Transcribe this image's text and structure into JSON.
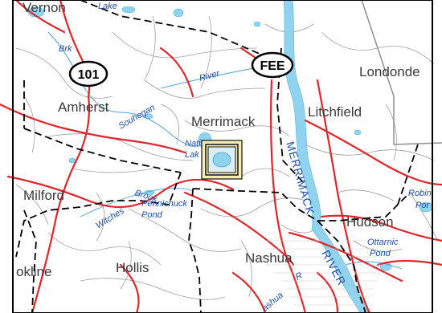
{
  "towns": {
    "vernon": "Vernon",
    "amherst": "Amherst",
    "merrimack": "Merrimack",
    "litchfield": "Litchfield",
    "londonderry": "Londonde",
    "milford": "Milford",
    "hudson": "Hudson",
    "nashua": "Nashua",
    "hollis": "Hollis",
    "brookline": "okline"
  },
  "water_labels": {
    "lake_top": "Lake",
    "brk": "Brk",
    "river": "River",
    "souhegan": "Souhegan",
    "natticook": "Nati",
    "natticook_lake": "Lak",
    "witches_brook": "Witches",
    "brook": "Brook",
    "pennichuck": "Pennichuck",
    "pond": "Pond",
    "robinson": "Robin",
    "robinson_pond": "Por",
    "ottarnic": "Ottarnic",
    "ottarnic_pond": "Pond",
    "merrimack_river": "MERRIMACK",
    "river_lower": "RIVER",
    "r_letter": "R",
    "nashua_river": "ashua"
  },
  "shields": {
    "route_101": "101",
    "fee": "FEE"
  },
  "colors": {
    "road": "#e0262b",
    "minor_road": "#9a9a9a",
    "water": "#8fd3ef",
    "water_label": "#1f4fa8",
    "boundary": "#000000",
    "marker": "#f4ecb0"
  }
}
